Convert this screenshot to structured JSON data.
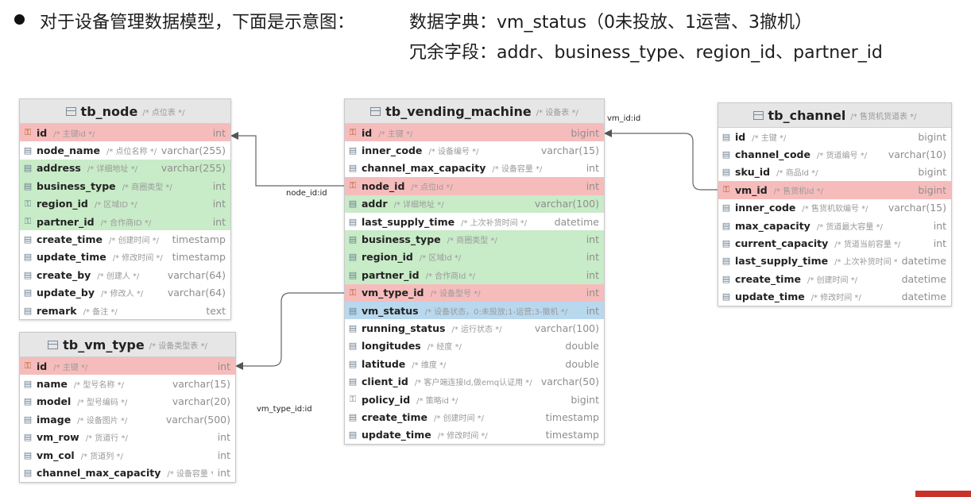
{
  "header": {
    "bullet_text": "对于设备管理数据模型，下面是示意图：",
    "dict_line": "数据字典：vm_status（0未投放、1运营、3撤机）",
    "redundant_line": "冗余字段：addr、business_type、region_id、partner_id"
  },
  "tables": {
    "tb_node": {
      "name": "tb_node",
      "comment": "/* 点位表 */",
      "fields": [
        {
          "name": "id",
          "comment": "/* 主键id */",
          "type": "int"
        },
        {
          "name": "node_name",
          "comment": "/* 点位名称 */",
          "type": "varchar(255)"
        },
        {
          "name": "address",
          "comment": "/* 详细地址 */",
          "type": "varchar(255)"
        },
        {
          "name": "business_type",
          "comment": "/* 商圈类型 */",
          "type": "int"
        },
        {
          "name": "region_id",
          "comment": "/* 区域ID */",
          "type": "int"
        },
        {
          "name": "partner_id",
          "comment": "/* 合作商ID */",
          "type": "int"
        },
        {
          "name": "create_time",
          "comment": "/* 创建时间 */",
          "type": "timestamp"
        },
        {
          "name": "update_time",
          "comment": "/* 修改时间 */",
          "type": "timestamp"
        },
        {
          "name": "create_by",
          "comment": "/* 创建人 */",
          "type": "varchar(64)"
        },
        {
          "name": "update_by",
          "comment": "/* 修改人 */",
          "type": "varchar(64)"
        },
        {
          "name": "remark",
          "comment": "/* 备注 */",
          "type": "text"
        }
      ]
    },
    "tb_vm_type": {
      "name": "tb_vm_type",
      "comment": "/* 设备类型表 */",
      "fields": [
        {
          "name": "id",
          "comment": "/* 主键 */",
          "type": "int"
        },
        {
          "name": "name",
          "comment": "/* 型号名称 */",
          "type": "varchar(15)"
        },
        {
          "name": "model",
          "comment": "/* 型号编码 */",
          "type": "varchar(20)"
        },
        {
          "name": "image",
          "comment": "/* 设备图片 */",
          "type": "varchar(500)"
        },
        {
          "name": "vm_row",
          "comment": "/* 货道行 */",
          "type": "int"
        },
        {
          "name": "vm_col",
          "comment": "/* 货道列 */",
          "type": "int"
        },
        {
          "name": "channel_max_capacity",
          "comment": "/* 设备容量 */",
          "type": "int"
        }
      ]
    },
    "tb_vending_machine": {
      "name": "tb_vending_machine",
      "comment": "/* 设备表 */",
      "fields": [
        {
          "name": "id",
          "comment": "/* 主键 */",
          "type": "bigint"
        },
        {
          "name": "inner_code",
          "comment": "/* 设备编号 */",
          "type": "varchar(15)"
        },
        {
          "name": "channel_max_capacity",
          "comment": "/* 设备容量 */",
          "type": "int"
        },
        {
          "name": "node_id",
          "comment": "/* 点位Id */",
          "type": "int"
        },
        {
          "name": "addr",
          "comment": "/* 详细地址 */",
          "type": "varchar(100)"
        },
        {
          "name": "last_supply_time",
          "comment": "/* 上次补货时间 */",
          "type": "datetime"
        },
        {
          "name": "business_type",
          "comment": "/* 商圈类型 */",
          "type": "int"
        },
        {
          "name": "region_id",
          "comment": "/* 区域Id */",
          "type": "int"
        },
        {
          "name": "partner_id",
          "comment": "/* 合作商Id */",
          "type": "int"
        },
        {
          "name": "vm_type_id",
          "comment": "/* 设备型号 */",
          "type": "int"
        },
        {
          "name": "vm_status",
          "comment": "/* 设备状态，0:未投放;1-运营;3-撤机 */",
          "type": "int"
        },
        {
          "name": "running_status",
          "comment": "/* 运行状态 */",
          "type": "varchar(100)"
        },
        {
          "name": "longitudes",
          "comment": "/* 经度 */",
          "type": "double"
        },
        {
          "name": "latitude",
          "comment": "/* 维度 */",
          "type": "double"
        },
        {
          "name": "client_id",
          "comment": "/* 客户端连接Id,做emq认证用 */",
          "type": "varchar(50)"
        },
        {
          "name": "policy_id",
          "comment": "/* 策略id */",
          "type": "bigint"
        },
        {
          "name": "create_time",
          "comment": "/* 创建时间 */",
          "type": "timestamp"
        },
        {
          "name": "update_time",
          "comment": "/* 修改时间 */",
          "type": "timestamp"
        }
      ]
    },
    "tb_channel": {
      "name": "tb_channel",
      "comment": "/* 售货机货道表 */",
      "fields": [
        {
          "name": "id",
          "comment": "/* 主键 */",
          "type": "bigint"
        },
        {
          "name": "channel_code",
          "comment": "/* 货道编号 */",
          "type": "varchar(10)"
        },
        {
          "name": "sku_id",
          "comment": "/* 商品Id */",
          "type": "bigint"
        },
        {
          "name": "vm_id",
          "comment": "/* 售货机Id */",
          "type": "bigint"
        },
        {
          "name": "inner_code",
          "comment": "/* 售货机软编号 */",
          "type": "varchar(15)"
        },
        {
          "name": "max_capacity",
          "comment": "/* 货道最大容量 */",
          "type": "int"
        },
        {
          "name": "current_capacity",
          "comment": "/* 货道当前容量 */",
          "type": "int"
        },
        {
          "name": "last_supply_time",
          "comment": "/* 上次补货时间 */",
          "type": "datetime"
        },
        {
          "name": "create_time",
          "comment": "/* 创建时间 */",
          "type": "datetime"
        },
        {
          "name": "update_time",
          "comment": "/* 修改时间 */",
          "type": "datetime"
        }
      ]
    }
  },
  "links": {
    "node": "node_id:id",
    "vm_type": "vm_type_id:id",
    "channel": "vm_id:id"
  }
}
